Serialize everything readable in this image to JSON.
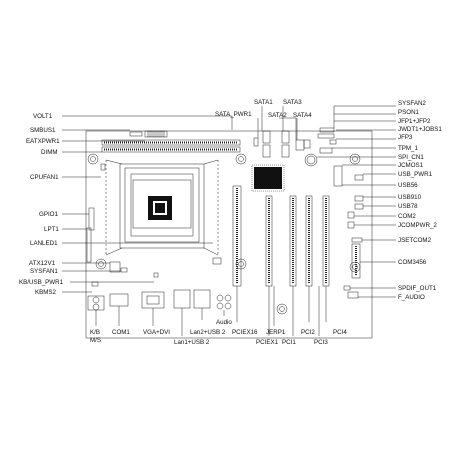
{
  "diagram": {
    "left_labels": [
      {
        "key": "volt1",
        "text": "VOLT1"
      },
      {
        "key": "smbus1",
        "text": "SMBUS1"
      },
      {
        "key": "eatxpwr1",
        "text": "EATXPWR1"
      },
      {
        "key": "dimm",
        "text": "DIMM"
      },
      {
        "key": "cpufan1",
        "text": "CPUFAN1"
      },
      {
        "key": "gpio1",
        "text": "GPIO1"
      },
      {
        "key": "lpt1",
        "text": "LPT1"
      },
      {
        "key": "lanled1",
        "text": "LANLED1"
      },
      {
        "key": "atx12v1",
        "text": "ATX12V1"
      },
      {
        "key": "sysfan1",
        "text": "SYSFAN1"
      },
      {
        "key": "kbusb_pwr1",
        "text": "KB/USB_PWR1"
      },
      {
        "key": "kbms2",
        "text": "KBMS2"
      }
    ],
    "top_labels": [
      {
        "key": "sata1",
        "text": "SATA1"
      },
      {
        "key": "sata3",
        "text": "SATA3"
      },
      {
        "key": "sata_pwr1",
        "text": "SATA_PWR1"
      },
      {
        "key": "sata2",
        "text": "SATA2"
      },
      {
        "key": "sata4",
        "text": "SATA4"
      }
    ],
    "right_labels": [
      {
        "key": "sysfan2",
        "text": "SYSFAN2"
      },
      {
        "key": "pson1",
        "text": "PSON1"
      },
      {
        "key": "jfp1_jfp2",
        "text": "JFP1+JFP2"
      },
      {
        "key": "jwdt1_jobs1",
        "text": "JWDT1+JOBS1"
      },
      {
        "key": "jfp3",
        "text": "JFP3"
      },
      {
        "key": "tpm_1",
        "text": "TPM_1"
      },
      {
        "key": "spi_cn1",
        "text": "SPI_CN1"
      },
      {
        "key": "jcmos1",
        "text": "JCMOS1"
      },
      {
        "key": "usb_pwr1",
        "text": "USB_PWR1"
      },
      {
        "key": "usb56",
        "text": "USB56"
      },
      {
        "key": "usb910",
        "text": "USB910"
      },
      {
        "key": "usb78",
        "text": "USB78"
      },
      {
        "key": "com2",
        "text": "COM2"
      },
      {
        "key": "jcompwr_2",
        "text": "JCOMPWR_2"
      },
      {
        "key": "jsetcom2",
        "text": "JSETCOM2"
      },
      {
        "key": "com3456",
        "text": "COM3456"
      },
      {
        "key": "spdif_out1",
        "text": "SPDIF_OUT1"
      },
      {
        "key": "f_audio",
        "text": "F_AUDIO"
      }
    ],
    "bottom_labels": [
      {
        "key": "kb",
        "text": "K/B"
      },
      {
        "key": "ms",
        "text": "M/S"
      },
      {
        "key": "com1",
        "text": "COM1"
      },
      {
        "key": "vga_dvi",
        "text": "VGA+DVI"
      },
      {
        "key": "lan1_usb2",
        "text": "Lan1+USB 2"
      },
      {
        "key": "lan2_usb2",
        "text": "Lan2+USB 2"
      },
      {
        "key": "audio",
        "text": "Audio"
      },
      {
        "key": "pciex16",
        "text": "PCIEX16"
      },
      {
        "key": "jerp1",
        "text": "JERP1"
      },
      {
        "key": "pciex1",
        "text": "PCIEX1"
      },
      {
        "key": "pci1",
        "text": "PCI1"
      },
      {
        "key": "pci2",
        "text": "PCI2"
      },
      {
        "key": "pci3",
        "text": "PCI3"
      },
      {
        "key": "pci4",
        "text": "PCI4"
      }
    ],
    "colors": {
      "line": "#222222",
      "text": "#111111",
      "background": "#ffffff"
    }
  }
}
